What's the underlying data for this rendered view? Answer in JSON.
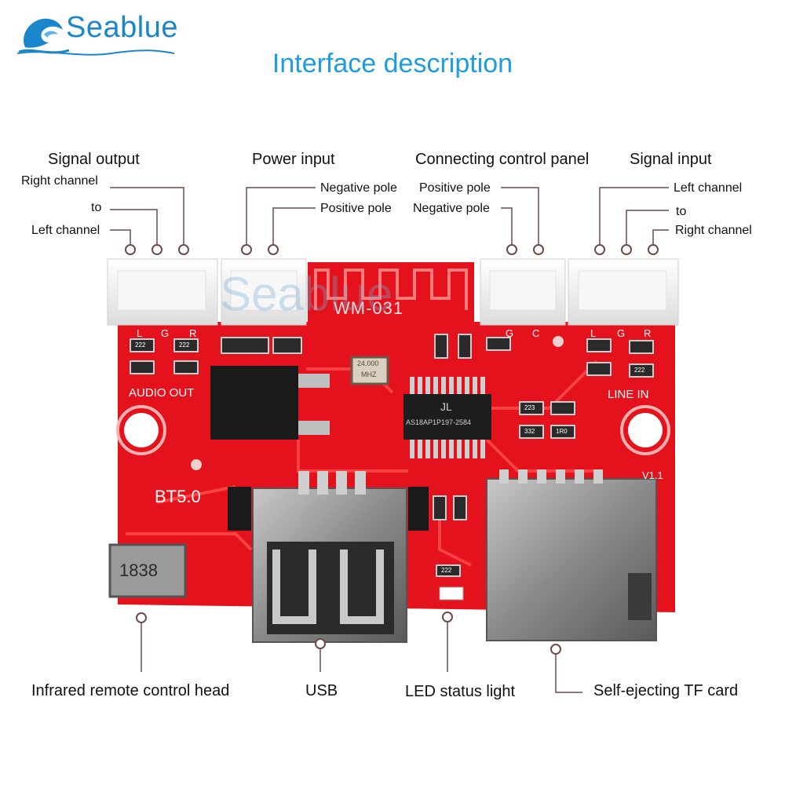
{
  "brand": {
    "name": "Seablue",
    "watermark": "Seablue",
    "accent": "#1f9ce0"
  },
  "title": "Interface description",
  "groups": {
    "signal_output": {
      "title": "Signal output",
      "right": "Right channel",
      "to": "to",
      "left": "Left channel"
    },
    "power_input": {
      "title": "Power input",
      "negative": "Negative pole",
      "positive": "Positive pole"
    },
    "control_panel": {
      "title": "Connecting control panel",
      "positive": "Positive pole",
      "negative": "Negative pole"
    },
    "signal_input": {
      "title": "Signal input",
      "left": "Left channel",
      "to": "to",
      "right": "Right channel"
    }
  },
  "bottom": {
    "ir": "Infrared remote control head",
    "usb": "USB",
    "led": "LED status light",
    "tf": "Self-ejecting TF card"
  },
  "board": {
    "color": "#e0101a",
    "antenna": "WM-031",
    "model": "BT5.0",
    "audio_out": "AUDIO OUT",
    "line_in": "LINE IN",
    "ir_part": "1838",
    "version": "V1.1",
    "chip_brand": "JL",
    "chip_code": "AS18AP1P197-2584",
    "crystal_top": "24.000",
    "crystal_bottom": "MHZ",
    "pin_l": "L",
    "pin_g": "G",
    "pin_r": "R",
    "pin_c": "C",
    "res_222": "222",
    "res_223": "223",
    "res_332": "332",
    "res_1r0": "1R0"
  }
}
